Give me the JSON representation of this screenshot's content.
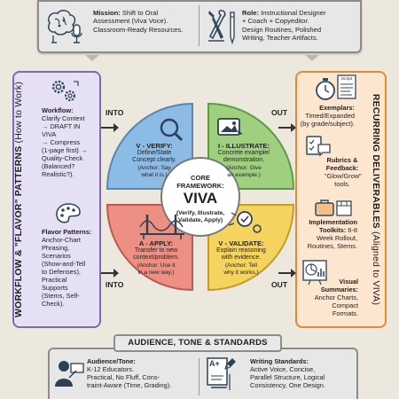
{
  "top": {
    "mission_title": "Mission:",
    "mission_text_1": " Shift to Oral",
    "mission_text_2": "Assessment (Viva Voce).",
    "mission_text_3": "Classroom-Ready Resources.",
    "role_title": "Role:",
    "role_text_1": " Instructional Designer",
    "role_text_2": "+ Coach + Copyeditor.",
    "role_text_3": "Design Routines, Polished",
    "role_text_4": "Writing, Teacher Artifacts."
  },
  "left_panel": {
    "vertical_label_bold": "WORKFLOW & \"FLAVOR\" PATTERNS",
    "vertical_label_light": " (How to Work)",
    "workflow_title": "Workflow:",
    "workflow_lines": [
      "Clarify Context",
      "→ DRAFT IN",
      "VIVA",
      "→ Compress",
      "(1-page first) →",
      "Quality-Check",
      "(Balanced?",
      "Realistic?)."
    ],
    "flavor_title": "Flavor Patterns:",
    "flavor_lines": [
      "Anchor-Chart",
      "Phrasing,",
      "Scenarios",
      "(Show-and-Tell",
      "to Defenses),",
      "Practical",
      "Supports",
      "(Stems, Self-",
      "Check)."
    ]
  },
  "right_panel": {
    "vertical_label_bold": "RECURRING DELIVERABLES",
    "vertical_label_light": " (Aligned to VIVA)",
    "exemplars_title": "Exemplars:",
    "exemplars_lines": [
      "Timed/Expanded",
      "(by grade/subject)."
    ],
    "rubrics_title_lines": [
      "Rubrics &",
      "Feedback:"
    ],
    "rubrics_lines": [
      "\"Glow/Grow\"",
      "tools."
    ],
    "toolkits_title_lines": [
      "Implementation",
      "Toolkits:"
    ],
    "toolkits_lines": [
      " 6-8",
      "Week Rollout,",
      "Routines, Stems."
    ],
    "visual_title_lines": [
      "Visual",
      "Summaries:"
    ],
    "visual_lines": [
      "Anchor Charts,",
      "Compact",
      "Formats."
    ],
    "script_label": "Script"
  },
  "arrows": {
    "into_top": "INTO",
    "out_top": "OUT",
    "into_bottom": "INTO",
    "out_bottom": "OUT"
  },
  "center": {
    "line1": "CORE",
    "line2": "FRAMEWORK:",
    "big": "VIVA",
    "sub1": "(Verify, Illustrate,",
    "sub2": "Validate, Apply)"
  },
  "quadrants": {
    "verify": {
      "title": "V - VERIFY:",
      "body": [
        "Define/State",
        "Concept clearly."
      ],
      "note": [
        "(Anchor: Say",
        "what it is.)"
      ],
      "color": "#8cbbe6"
    },
    "illustrate": {
      "title": "I - ILLUSTRATE:",
      "body": [
        "Concrete example/",
        "demonstration."
      ],
      "note": [
        "(Anchor: Give",
        "an example.)"
      ],
      "color": "#9fd07f"
    },
    "apply": {
      "title": "A - APPLY:",
      "body": [
        "Transfer to new",
        "context/problem."
      ],
      "note": [
        "(Anchor: Use it",
        "in a new way.)"
      ],
      "color": "#ee8f84"
    },
    "validate": {
      "title": "V - VALIDATE:",
      "body": [
        "Explain reasoning",
        "with evidence."
      ],
      "note": [
        "(Anchor: Tell",
        "why it works.)"
      ],
      "color": "#f4d35e"
    }
  },
  "bottom": {
    "header": "AUDIENCE, TONE & STANDARDS",
    "audience_title": "Audience/Tone:",
    "audience_lines": [
      "K-12 Educators.",
      "Practical, No Fluff, Cons-",
      "traint-Aware (Time, Grading)."
    ],
    "writing_title": "Writing Standards:",
    "writing_lines": [
      "Active Voice, Concise,",
      "Parallel Structure, Logical",
      "Consistency, One Design."
    ],
    "grade_label": "A+"
  },
  "colors": {
    "left_panel": "#e6e0f4",
    "right_panel": "#fde6cf",
    "verify": "#8cbbe6",
    "illustrate": "#9fd07f",
    "apply": "#ee8f84",
    "validate": "#f4d35e"
  }
}
